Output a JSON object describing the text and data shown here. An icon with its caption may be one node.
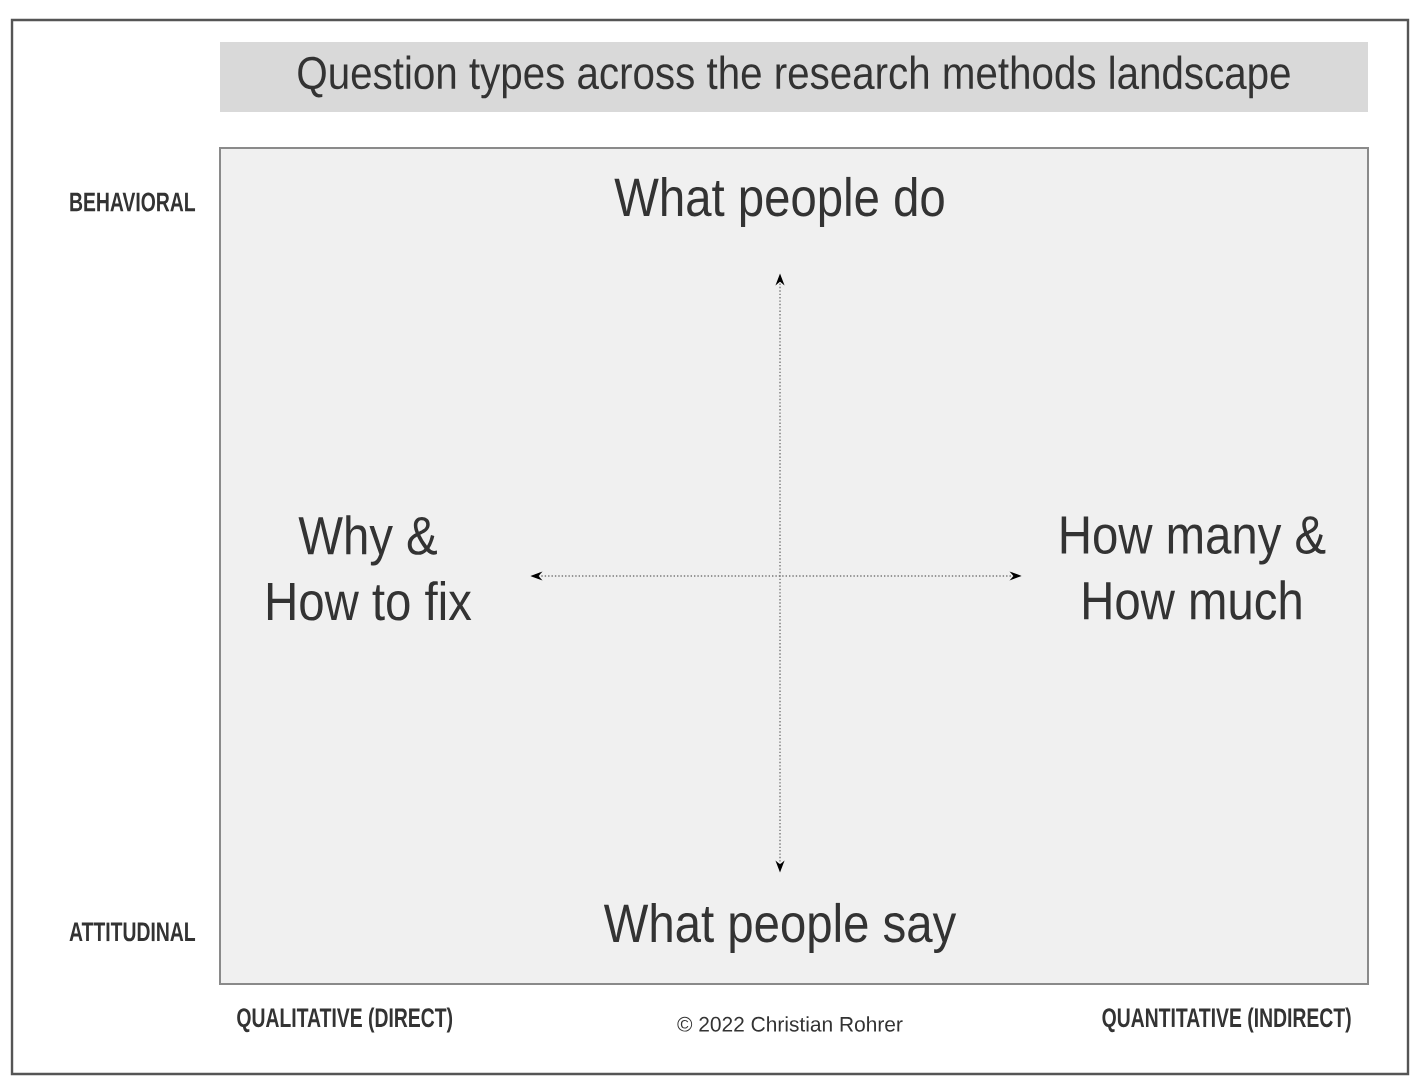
{
  "diagram": {
    "title": "Question types across the research methods landscape",
    "nodes": [
      {
        "text": [],
        "shape": "box"
      },
      {
        "text": [
          "What people do"
        ],
        "in": 0
      },
      {
        "text": [
          "Why & How to fix"
        ],
        "in": 0
      },
      {
        "text": [
          "How many & How much"
        ],
        "in": 0
      },
      {
        "text": [
          "What people say"
        ],
        "in": 0
      }
    ],
    "edges": [
      {
        "from": 4,
        "to": 1,
        "arrow": "both"
      },
      {
        "from": 2,
        "to": 3,
        "arrow": "both"
      }
    ],
    "labels": [
      "BEHAVIORAL",
      "ATTITUDINAL",
      "QUALITATIVE (DIRECT)",
      "© 2022 Christian Rohrer",
      "QUANTITATIVE (INDIRECT)"
    ]
  }
}
